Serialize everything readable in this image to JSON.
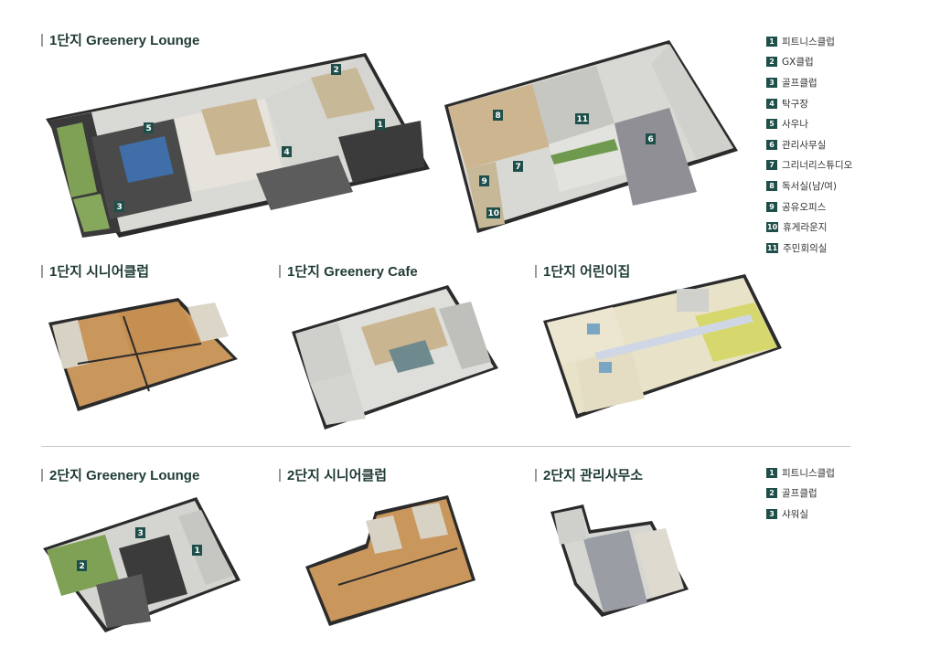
{
  "sections": {
    "s1_lounge": {
      "title": "1단지 Greenery Lounge",
      "markers": [
        "1",
        "2",
        "3",
        "4",
        "5"
      ]
    },
    "s1_ammenity_b": {
      "markers": [
        "6",
        "7",
        "8",
        "9",
        "10",
        "11"
      ]
    },
    "s1_senior": {
      "title": "1단지 시니어클럽"
    },
    "s1_cafe": {
      "title": "1단지 Greenery Cafe"
    },
    "s1_kids": {
      "title": "1단지 어린이집"
    },
    "s2_lounge": {
      "title": "2단지 Greenery Lounge",
      "markers": [
        "1",
        "2",
        "3"
      ]
    },
    "s2_senior": {
      "title": "2단지 시니어클럽"
    },
    "s2_office": {
      "title": "2단지 관리사무소"
    }
  },
  "legend1": [
    {
      "num": "1",
      "label": "피트니스클럽"
    },
    {
      "num": "2",
      "label": "GX클럽"
    },
    {
      "num": "3",
      "label": "골프클럽"
    },
    {
      "num": "4",
      "label": "탁구장"
    },
    {
      "num": "5",
      "label": "사우나"
    },
    {
      "num": "6",
      "label": "관리사무실"
    },
    {
      "num": "7",
      "label": "그리너리스튜디오"
    },
    {
      "num": "8",
      "label": "독서실(남/여)"
    },
    {
      "num": "9",
      "label": "공유오피스"
    },
    {
      "num": "10",
      "label": "휴게라운지"
    },
    {
      "num": "11",
      "label": "주민회의실"
    }
  ],
  "legend2": [
    {
      "num": "1",
      "label": "피트니스클럽"
    },
    {
      "num": "2",
      "label": "골프클럽"
    },
    {
      "num": "3",
      "label": "샤워실"
    }
  ],
  "colors": {
    "accent": "#1f4f4a",
    "wood": "#c9965c",
    "floor": "#dcdcd8",
    "wall": "#2a2a2a",
    "green": "#7fa155",
    "kids_floor": "#e8e2c8"
  }
}
